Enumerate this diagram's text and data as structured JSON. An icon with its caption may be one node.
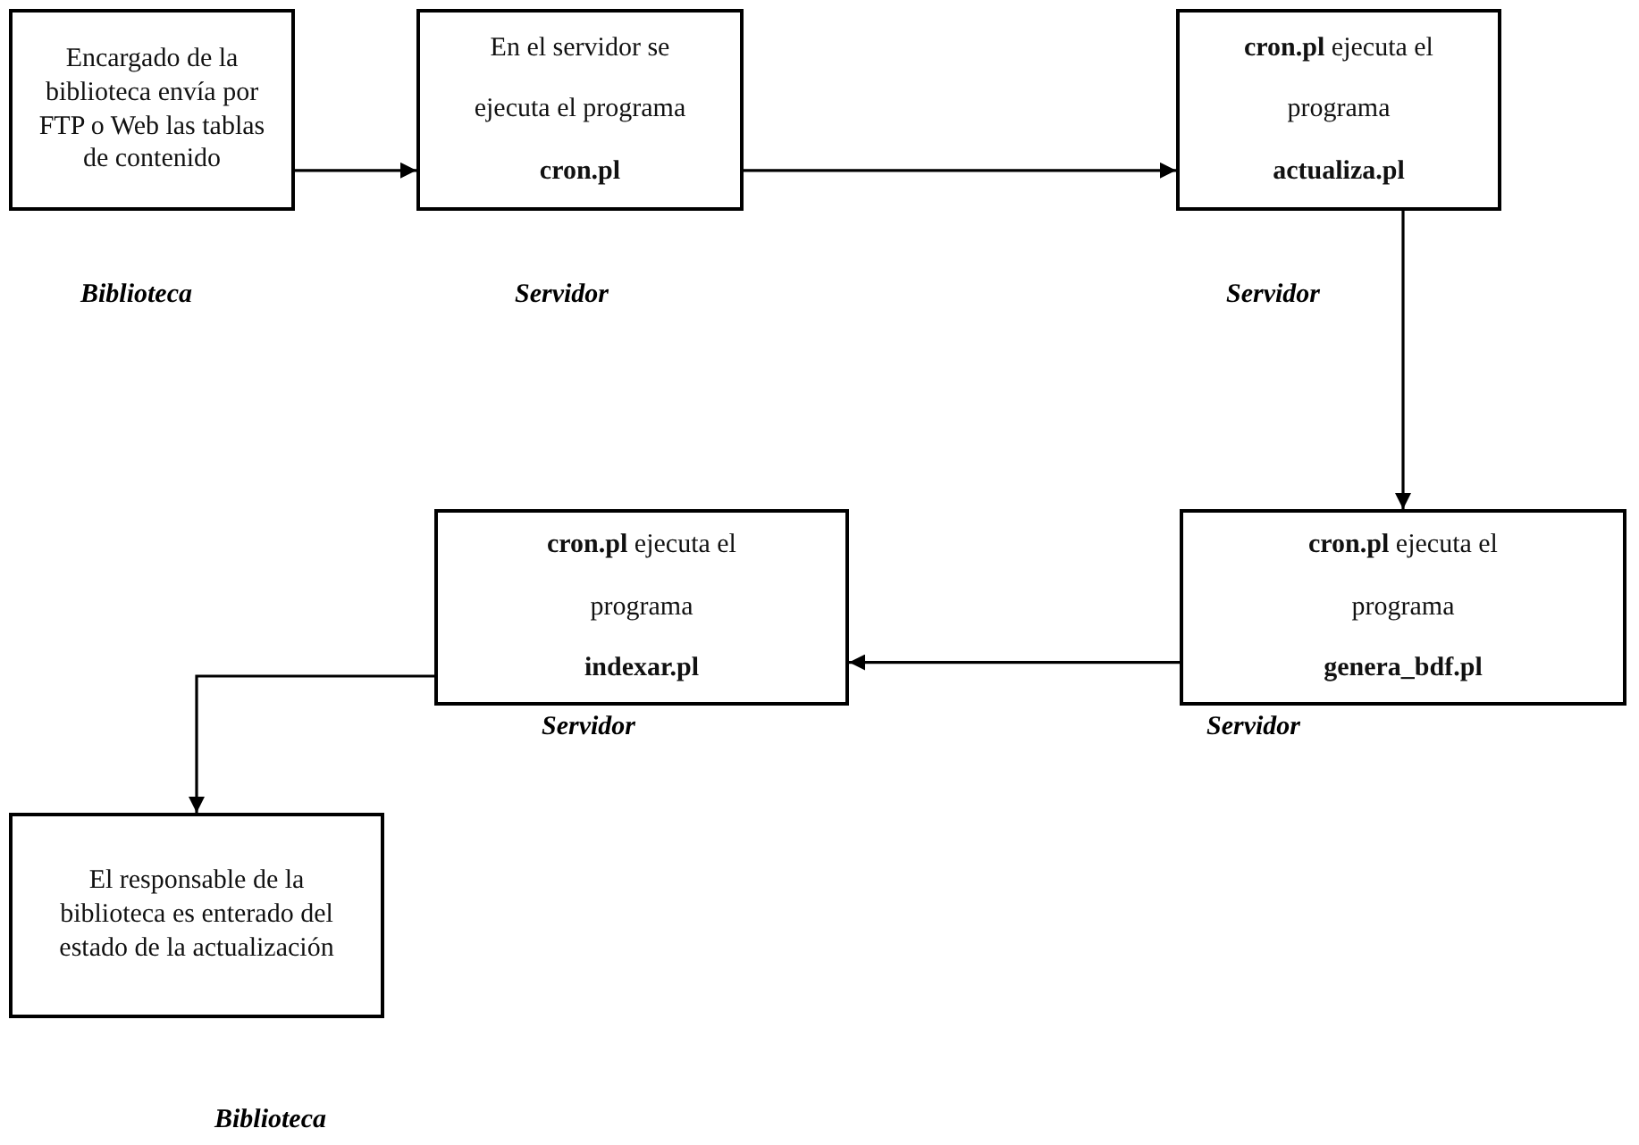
{
  "diagram": {
    "nodes": [
      {
        "text": [
          "Encargado de la biblioteca envía por FTP o Web las tablas de contenido"
        ],
        "beside": [
          "Biblioteca"
        ]
      },
      {
        "text": [
          "En el servidor se ejecuta el programa  **cron.pl**"
        ],
        "beside": [
          "Servidor"
        ]
      },
      {
        "text": [
          "**cron.pl** ejecuta el programa **actualiza.pl**"
        ],
        "beside": [
          "Servidor"
        ]
      },
      {
        "text": [
          "**cron.pl** ejecuta el programa **indexar.pl**"
        ],
        "beside": [
          "Servidor"
        ]
      },
      {
        "text": [
          "**cron.pl**  ejecuta el programa **genera_bdf.pl**"
        ],
        "beside": [
          "Servidor"
        ]
      },
      {
        "text": [
          "El responsable de la biblioteca es enterado del estado de la actualización"
        ],
        "beside": [
          "Biblioteca"
        ]
      }
    ],
    "edges": [
      {
        "from": 0,
        "to": 1,
        "arrow": "to"
      },
      {
        "from": 1,
        "to": 2,
        "arrow": "to"
      },
      {
        "from": 2,
        "to": 4,
        "arrow": "to"
      },
      {
        "from": 4,
        "to": 3,
        "arrow": "to"
      },
      {
        "from": 3,
        "to": 5,
        "arrow": "to"
      }
    ]
  }
}
